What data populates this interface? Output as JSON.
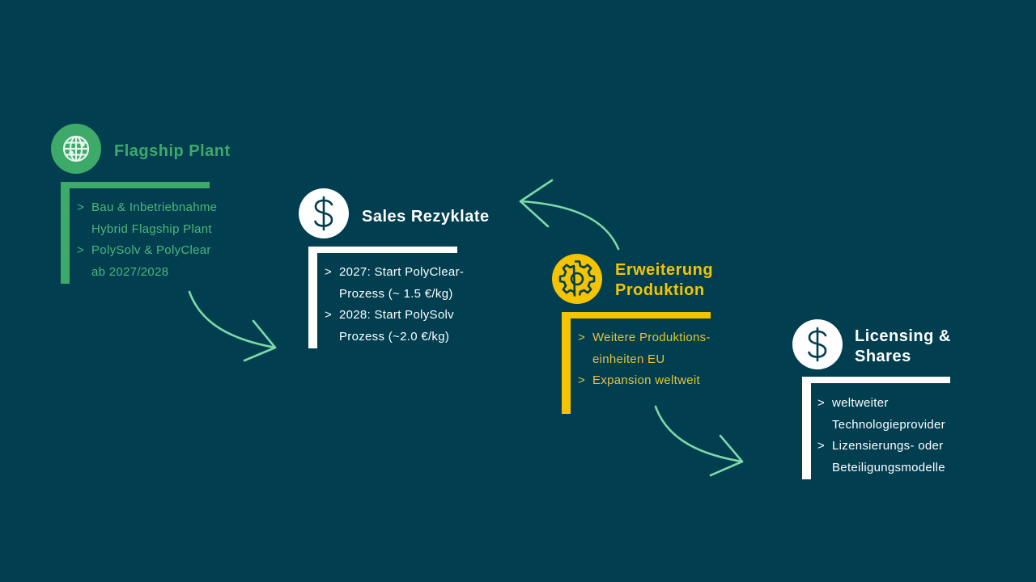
{
  "colors": {
    "background": "#003E50",
    "green": "#3DAA6A",
    "green_text": "#4DB87A",
    "white": "#FFFFFF",
    "yellow": "#F5C400",
    "yellow_text": "#E6C23A",
    "arrow": "#7DD9A8"
  },
  "steps": [
    {
      "id": "flagship-plant",
      "icon": "globe-icon",
      "title_lines": [
        "Flagship Plant"
      ],
      "bullets": [
        {
          "marker": ">",
          "lines": [
            "Bau & Inbetriebnahme",
            "Hybrid Flagship Plant"
          ]
        },
        {
          "marker": ">",
          "lines": [
            "PolySolv & PolyClear",
            "ab 2027/2028"
          ]
        }
      ]
    },
    {
      "id": "sales-rezyklate",
      "icon": "dollar-icon",
      "title_lines": [
        "Sales Rezyklate"
      ],
      "bullets": [
        {
          "marker": ">",
          "lines": [
            "2027: Start PolyClear-",
            "Prozess (~ 1.5 €/kg)"
          ]
        },
        {
          "marker": ">",
          "lines": [
            "2028: Start PolySolv",
            "Prozess (~2.0 €/kg)"
          ]
        }
      ]
    },
    {
      "id": "erweiterung-produktion",
      "icon": "gear-icon",
      "title_lines": [
        "Erweiterung",
        "Produktion"
      ],
      "bullets": [
        {
          "marker": ">",
          "lines": [
            "Weitere Produktions-",
            "einheiten EU"
          ]
        },
        {
          "marker": ">",
          "lines": [
            "Expansion weltweit"
          ]
        }
      ]
    },
    {
      "id": "licensing-shares",
      "icon": "dollar-icon",
      "title_lines": [
        "Licensing &",
        "Shares"
      ],
      "bullets": [
        {
          "marker": ">",
          "lines": [
            "weltweiter",
            "Technologieprovider"
          ]
        },
        {
          "marker": ">",
          "lines": [
            "Lizensierungs- oder",
            "Beteiligungsmodelle"
          ]
        }
      ]
    }
  ]
}
